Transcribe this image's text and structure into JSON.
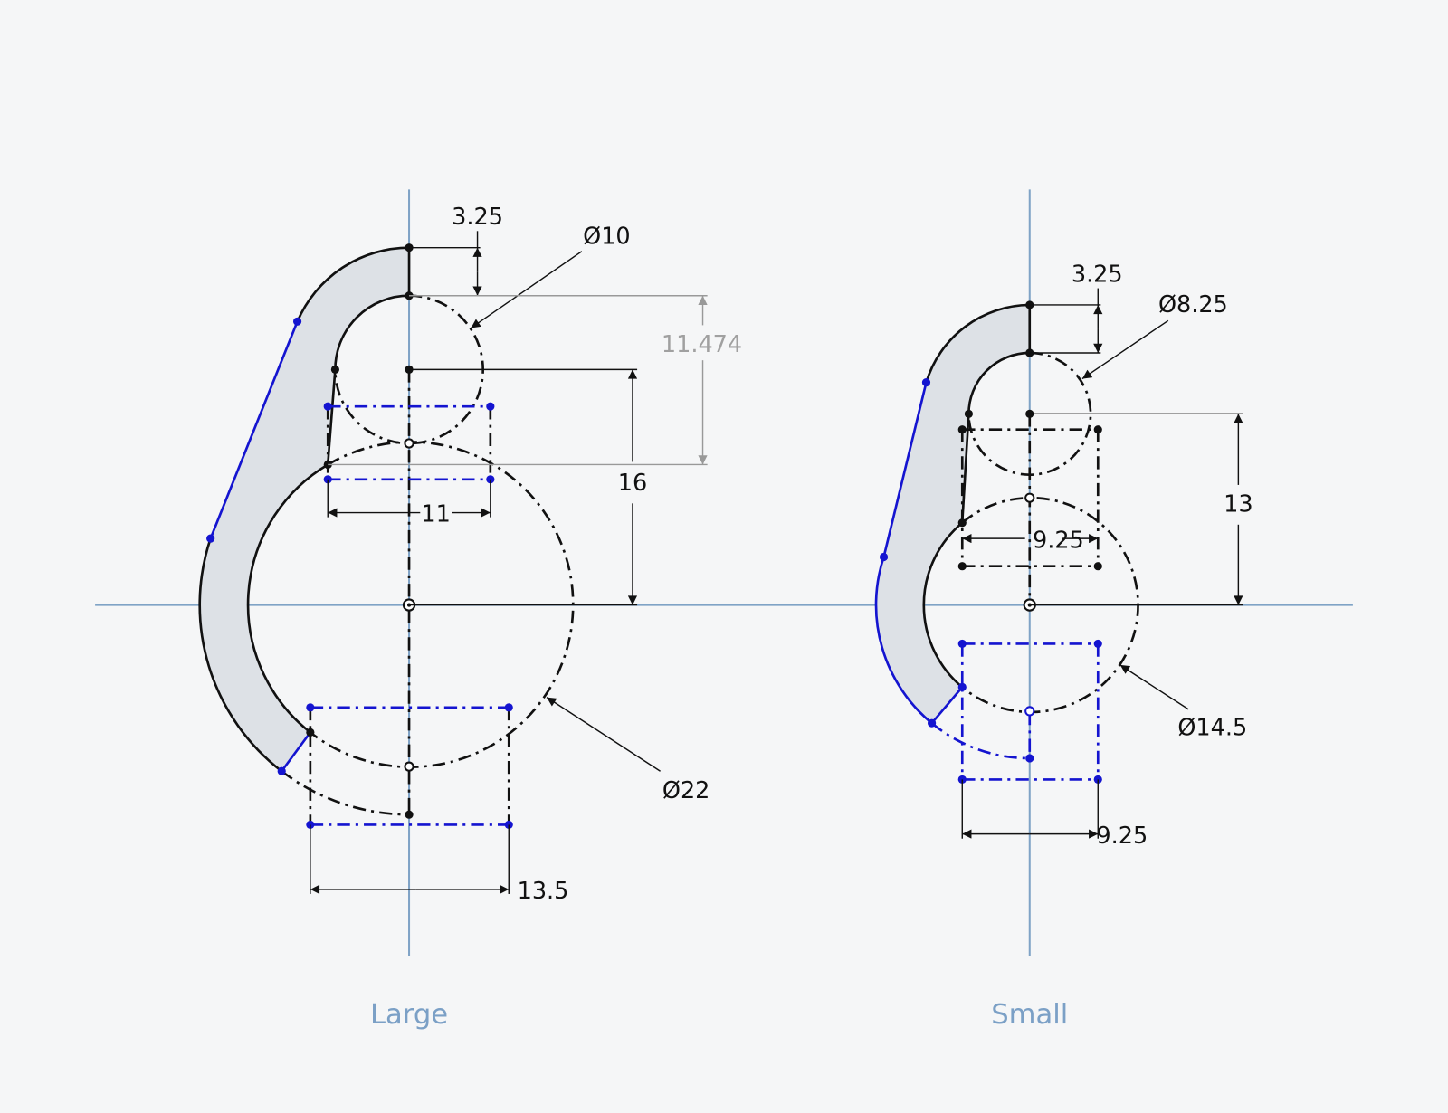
{
  "colors": {
    "axis": "#7fa3c6",
    "geometry": "#111111",
    "selected": "#1414d0",
    "fill": "#dde1e6",
    "label": "#7ba0c6",
    "driven_dim": "#a0a0a0"
  },
  "large": {
    "label": "Large",
    "dims": {
      "wall": "3.25",
      "small_diameter": "Ø10",
      "driven": "11.474",
      "offset": "16",
      "top_width": "11",
      "large_diameter": "Ø22",
      "bottom_width": "13.5"
    }
  },
  "small": {
    "label": "Small",
    "dims": {
      "wall": "3.25",
      "small_diameter": "Ø8.25",
      "offset": "13",
      "top_width": "9.25",
      "large_diameter": "Ø14.5",
      "bottom_width": "9.25"
    }
  }
}
